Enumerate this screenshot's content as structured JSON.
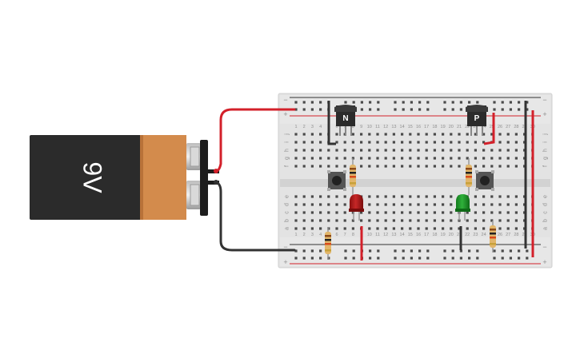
{
  "battery": {
    "label": "9V",
    "body_color": "#2b2b2b",
    "band_color": "#d38b4c"
  },
  "transistors": [
    {
      "label": "N"
    },
    {
      "label": "P"
    }
  ],
  "breadboard": {
    "columns": [
      "1",
      "2",
      "3",
      "4",
      "5",
      "6",
      "7",
      "8",
      "9",
      "10",
      "11",
      "12",
      "13",
      "14",
      "15",
      "16",
      "17",
      "18",
      "19",
      "20",
      "21",
      "22",
      "23",
      "24",
      "25",
      "26",
      "27",
      "28",
      "29",
      "30"
    ],
    "rows_top": [
      "f",
      "g",
      "h",
      "i",
      "j"
    ],
    "rows_bottom": [
      "a",
      "b",
      "c",
      "d",
      "e"
    ],
    "rail_plus": "+",
    "rail_minus": "−"
  },
  "leds": [
    {
      "color": "red",
      "hex": "#b81d1d"
    },
    {
      "color": "green",
      "hex": "#1f9a2a"
    }
  ],
  "buttons": [
    {
      "id": "left"
    },
    {
      "id": "right"
    }
  ],
  "wire_colors": {
    "positive": "#d3202a",
    "negative": "#333333"
  }
}
